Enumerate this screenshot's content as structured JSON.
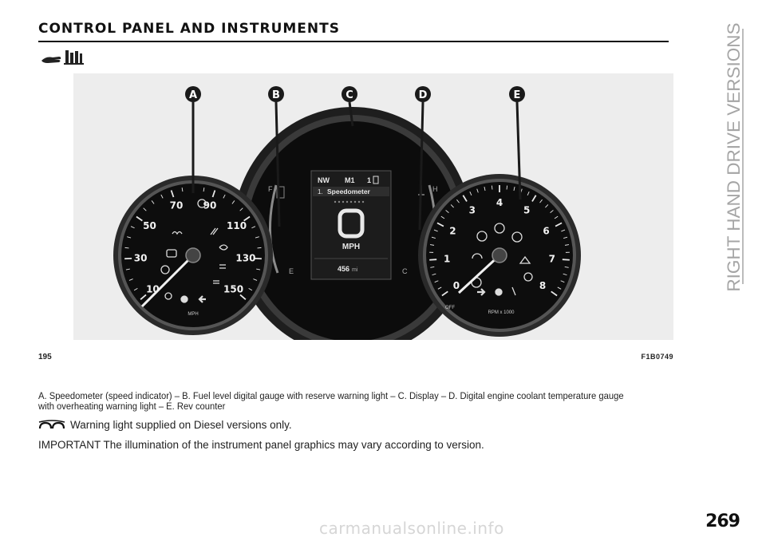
{
  "header": {
    "title": "CONTROL PANEL AND INSTRUMENTS"
  },
  "side_tab": {
    "label": "RIGHT HAND DRIVE VERSIONS"
  },
  "figure": {
    "number": "195",
    "code": "F1B0749",
    "callouts": [
      "A",
      "B",
      "C",
      "D",
      "E"
    ],
    "speedometer": {
      "scale_labels": [
        "10",
        "30",
        "50",
        "70",
        "90",
        "110",
        "130",
        "150"
      ],
      "unit": "MPH"
    },
    "tachometer": {
      "scale_labels": [
        "0",
        "1",
        "2",
        "3",
        "4",
        "5",
        "6",
        "7",
        "8"
      ],
      "off_label": "OFF",
      "unit": "RPM x 1000"
    },
    "fuel_gauge": {
      "full": "F",
      "empty": "E"
    },
    "temp_gauge": {
      "hot": "H",
      "cold": "C"
    },
    "display": {
      "compass": "NW",
      "mode": "M1",
      "gear": "1",
      "menu_index": "1.",
      "menu_item": "Speedometer",
      "digital_speed_unit": "MPH",
      "odometer_value": "456",
      "odometer_unit": "mi"
    },
    "colors": {
      "background": "#ededed",
      "bezel": "#3a3a3a",
      "dial_face": "#0d0d0d",
      "callout": "#1a1a1a"
    }
  },
  "caption": "A. Speedometer (speed indicator) – B. Fuel level digital gauge with reserve warning light – C. Display – D. Digital engine coolant temperature gauge with overheating warning light – E. Rev counter",
  "diesel_note": {
    "icon": "glow-plug-icon",
    "text": "Warning light supplied on Diesel versions only."
  },
  "important_note": "IMPORTANT The illumination of the instrument panel graphics may vary according to version.",
  "page_number": "269",
  "watermark": "carmanualsonline.info"
}
